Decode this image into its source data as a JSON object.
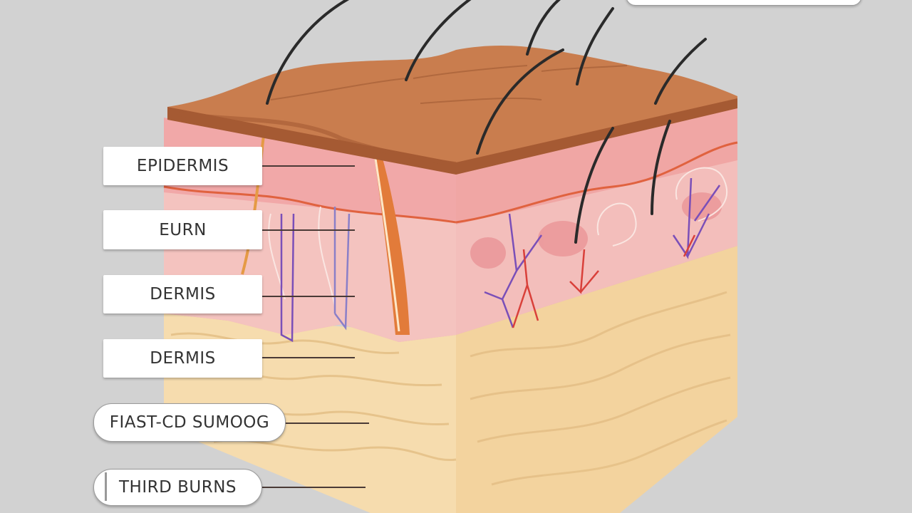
{
  "diagram": {
    "subject": "skin cross-section block with burn depth labels",
    "colors": {
      "background": "#d2d2d2",
      "epidermis_top": "#c9794b",
      "epidermis_edge": "#a85a33",
      "dermis_pink": "#f1a8a8",
      "dermis_light": "#f6c9c4",
      "subcutaneous_fat": "#f6dcae",
      "hair": "#2a2a2a",
      "vessel_red": "#d9403a",
      "vessel_purple": "#7a4fb8"
    }
  },
  "labels": [
    {
      "text": "EPIDERMIS"
    },
    {
      "text": "EURN"
    },
    {
      "text": "DERMIS"
    },
    {
      "text": "DERMIS"
    },
    {
      "text": "FIAST-CD SUMOOG"
    },
    {
      "text": "THIRD BURNS"
    }
  ],
  "top_tag": {
    "text": ""
  }
}
